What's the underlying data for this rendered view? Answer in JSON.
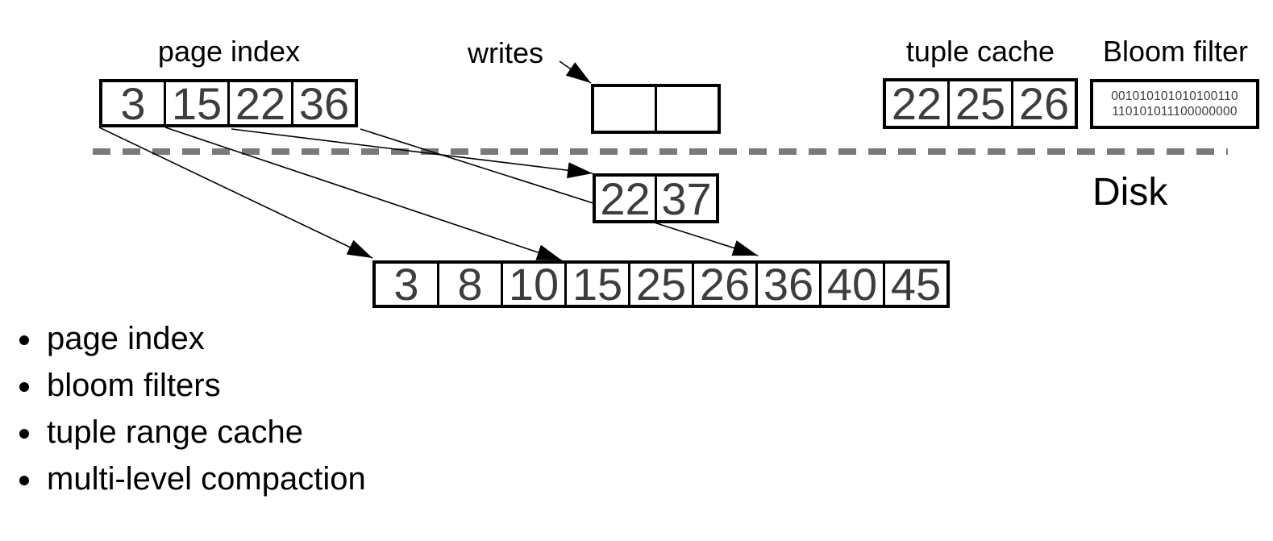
{
  "memory": {
    "page_index": {
      "label": "page index",
      "cells": [
        "3",
        "15",
        "22",
        "36"
      ]
    },
    "writes": {
      "label": "writes",
      "cells": [
        "",
        ""
      ]
    },
    "tuple_cache": {
      "label": "tuple cache",
      "cells": [
        "22",
        "25",
        "26"
      ]
    },
    "bloom_filter": {
      "label": "Bloom filter",
      "bits_line1": "001010101010100110",
      "bits_line2": "110101011100000000"
    }
  },
  "disk": {
    "label": "Disk",
    "page_level1": {
      "cells": [
        "22",
        "37"
      ]
    },
    "page_level2": {
      "cells": [
        "3",
        "8",
        "10",
        "15",
        "25",
        "26",
        "36",
        "40",
        "45"
      ]
    }
  },
  "bullets": {
    "items": [
      "page index",
      "bloom filters",
      "tuple range cache",
      "multi-level compaction"
    ]
  },
  "colors": {
    "box_stroke": "#000000",
    "cell_text": "#3d3d3d",
    "dashed_divider": "#7a7a7a",
    "arrow": "#000000",
    "background": "#ffffff"
  }
}
